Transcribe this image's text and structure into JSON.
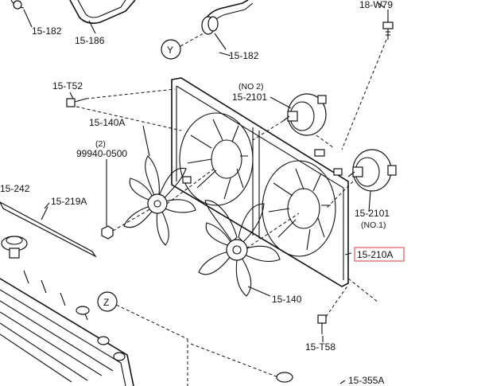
{
  "diagram": {
    "callouts": {
      "c15_182_a": "15-182",
      "c15_186": "15-186",
      "c15_182_b": "15-182",
      "c18_w79": "18-W79",
      "c15_t52": "15-T52",
      "c15_2101_no2_note": "(NO 2)",
      "c15_2101_no2": "15-2101",
      "c15_140a": "15-140A",
      "c99940_qty": "(2)",
      "c99940": "99940-0500",
      "c15_242": "15-242",
      "c15_219a": "15-219A",
      "c15_2101_no1": "15-2101",
      "c15_2101_no1_note": "(NO.1)",
      "c15_210a": "15-210A",
      "c15_140": "15-140",
      "c15_t58": "15-T58",
      "c15_355a": "15-355A"
    },
    "view_markers": {
      "y": "Y",
      "z": "Z"
    },
    "highlight_color": "#e05a5a"
  }
}
